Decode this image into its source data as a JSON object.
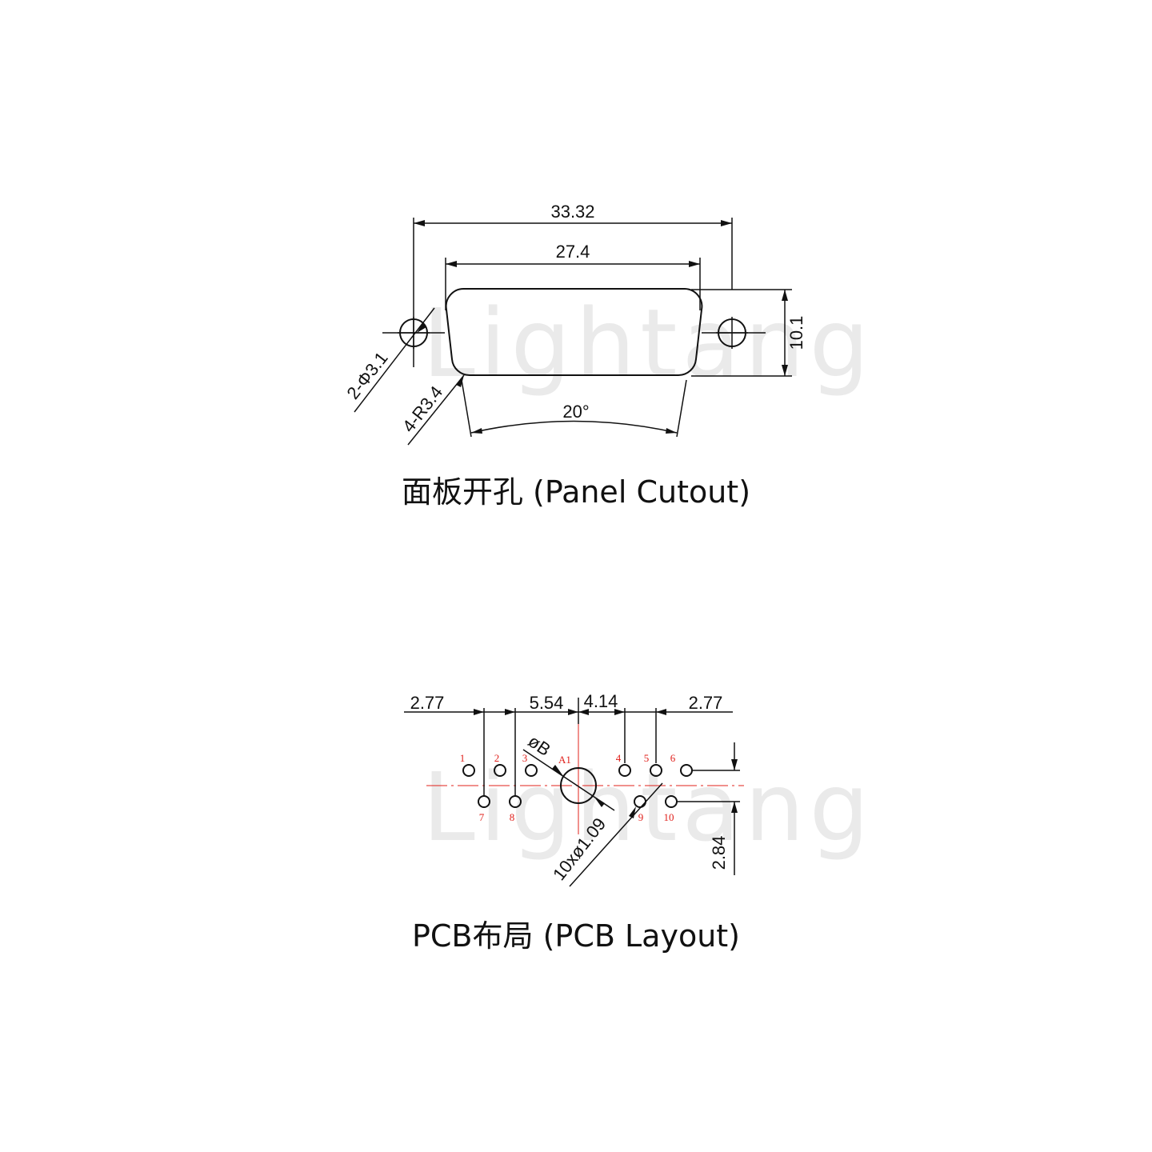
{
  "watermark": "Lightang",
  "panel_cutout": {
    "caption": "面板开孔 (Panel Cutout)",
    "dims": {
      "overall_width": "33.32",
      "shell_width": "27.4",
      "height": "10.1",
      "mount_holes": "2-Φ3.1",
      "corner_radius": "4-R3.4",
      "angle": "20°"
    }
  },
  "pcb_layout": {
    "caption": "PCB布局 (PCB Layout)",
    "dims": {
      "left_offset": "2.77",
      "pitch_a": "5.54",
      "pitch_b": "4.14",
      "right_offset": "2.77",
      "row_spacing": "2.84",
      "hole_dia": "10xø1.09",
      "large_hole": "øB"
    },
    "pins": [
      "1",
      "2",
      "3",
      "4",
      "5",
      "6",
      "7",
      "8",
      "9",
      "10"
    ],
    "contact_label": "A1"
  },
  "colors": {
    "line": "#111111",
    "annotation": "#e0201b",
    "watermark": "#d9d9d9"
  }
}
